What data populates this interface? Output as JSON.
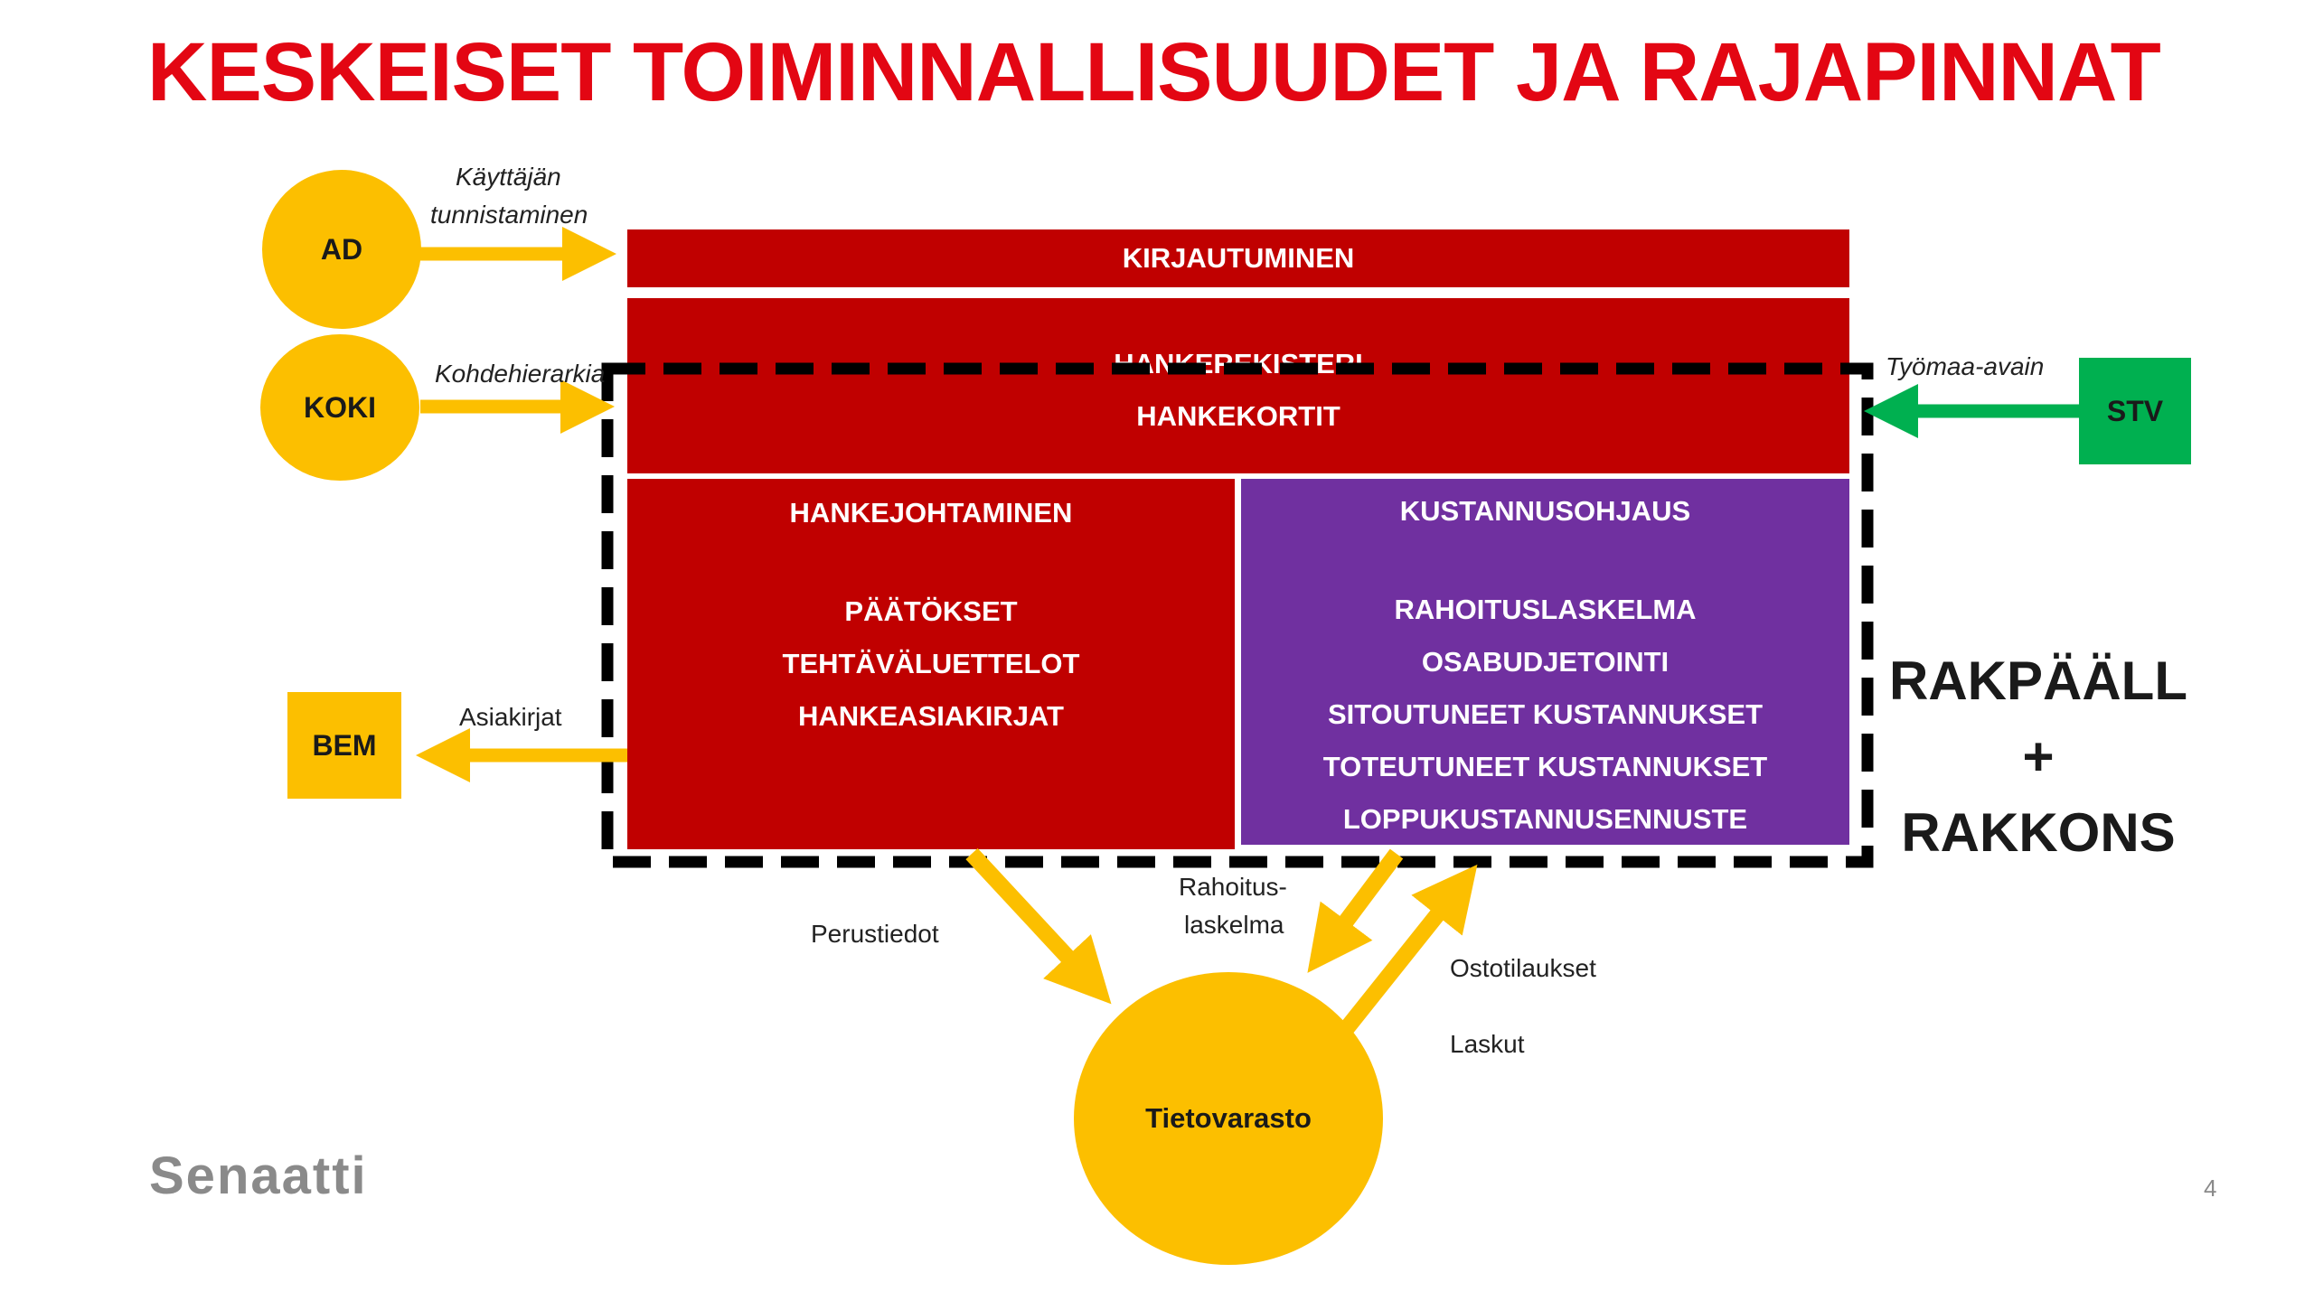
{
  "title": "KESKEISET TOIMINNALLISUUDET JA RAJAPINNAT",
  "nodes": {
    "ad": "AD",
    "koki": "KOKI",
    "bem": "BEM",
    "stv": "STV",
    "tietovarasto": "Tietovarasto"
  },
  "bars": {
    "kirjautuminen": "KIRJAUTUMINEN",
    "hankerekisteri": "HANKEREKISTERI",
    "hankekortit": "HANKEKORTIT"
  },
  "hankejohtaminen": {
    "heading": "HANKEJOHTAMINEN",
    "items": [
      "PÄÄTÖKSET",
      "TEHTÄVÄLUETTELOT",
      "HANKEASIAKIRJAT"
    ]
  },
  "kustannusohjaus": {
    "heading": "KUSTANNUSOHJAUS",
    "items": [
      "RAHOITUSLASKELMA",
      "OSABUDJETOINTI",
      "SITOUTUNEET KUSTANNUKSET",
      "TOTEUTUNEET KUSTANNUKSET",
      "LOPPUKUSTANNUSENNUSTE"
    ]
  },
  "labels": {
    "kayttajan_1": "Käyttäjän",
    "kayttajan_2": "tunnistaminen",
    "kohdehierarkia": "Kohdehierarkia",
    "tyomaa_avain": "Työmaa-avain",
    "asiakirjat": "Asiakirjat",
    "perustiedot": "Perustiedot",
    "rahoitus_1": "Rahoitus-",
    "rahoitus_2": "laskelma",
    "ostotilaukset": "Ostotilaukset",
    "laskut": "Laskut"
  },
  "rak": {
    "line1": "RAKPÄÄLL",
    "line2": "+",
    "line3": "RAKKONS"
  },
  "footer": {
    "logo": "Senaatti",
    "page_number": "4"
  },
  "colors": {
    "title_red": "#e30613",
    "dark_red": "#c00000",
    "purple": "#7030a0",
    "yellow": "#fcbf00",
    "green": "#00b050"
  }
}
